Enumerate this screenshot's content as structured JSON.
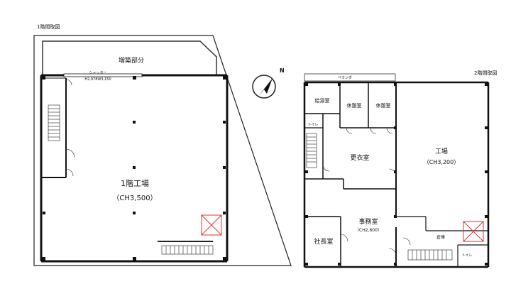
{
  "floor1": {
    "title": "1階間取図",
    "extension_label": "増築部分",
    "shutter_label": "シャッター",
    "shutter_size": "H2,978W3,150",
    "factory_label": "1階工場",
    "factory_height": "（CH3,500）"
  },
  "floor2": {
    "title": "2階間取図",
    "veranda_label": "ベランダ",
    "kitchenette_label": "給湯室",
    "rest1_label": "休憩室",
    "rest2_label": "休憩室",
    "toilet_top_label": "トイレ",
    "locker_label": "更衣室",
    "factory_label": "工場",
    "factory_height": "（CH3,200）",
    "office_label": "事務室",
    "office_height": "（CH2,600）",
    "president_label": "社長室",
    "storage_label": "倉庫",
    "toilet_bottom_label": "トイレ"
  },
  "compass": {
    "north_label": "N",
    "icon": "north-arrow-icon"
  }
}
